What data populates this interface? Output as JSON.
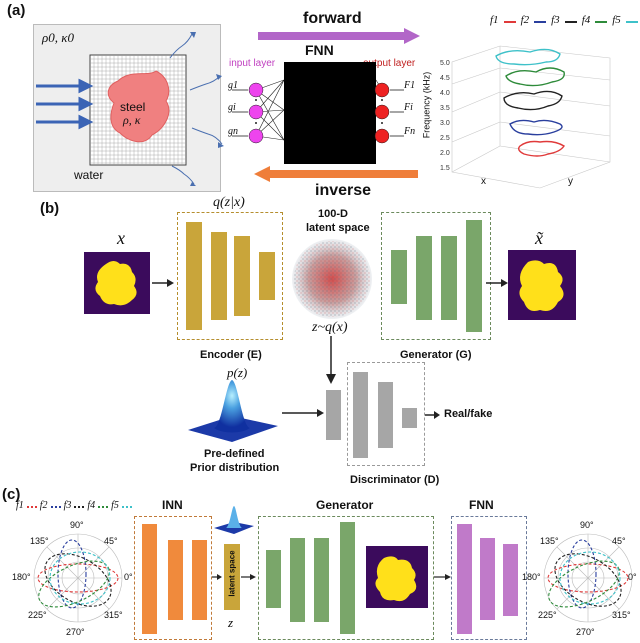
{
  "panel_a": {
    "label": "(a)",
    "medium": "ρ0, κ0",
    "scatterer": "steel",
    "scatterer_props": "ρ, κ",
    "water": "water",
    "forward": "forward",
    "inverse": "inverse",
    "fnn": "FNN",
    "input_layer": "input layer",
    "output_layer": "output layer",
    "inputs": [
      "g1",
      "gi",
      "gn"
    ],
    "outputs": [
      "F1",
      "Fi",
      "Fn"
    ],
    "legend": [
      "f1",
      "f2",
      "f3",
      "f4",
      "f5"
    ],
    "legend_colors": [
      "#e03a3a",
      "#2a3f9e",
      "#222222",
      "#2e8b3a",
      "#3ec1c9"
    ],
    "zaxis": "Frequency (kHz)",
    "xaxis": "x",
    "yaxis": "y",
    "zticks": [
      "1.5",
      "2.0",
      "2.5",
      "3.0",
      "3.5",
      "4.0",
      "4.5",
      "5.0"
    ]
  },
  "panel_b": {
    "label": "(b)",
    "x": "x",
    "x_tilde": "x̃",
    "q": "q(z|x)",
    "latent": "100-D",
    "latent2": "latent space",
    "z_sample": "z~q(x)",
    "encoder": "Encoder (E)",
    "generator": "Generator (G)",
    "pz": "p(z)",
    "prior1": "Pre-defined",
    "prior2": "Prior distribution",
    "discriminator": "Discriminator (D)",
    "realfake": "Real/fake"
  },
  "panel_c": {
    "label": "(c)",
    "legend": [
      "f1",
      "f2",
      "f3",
      "f4",
      "f5"
    ],
    "inn": "INN",
    "generator": "Generator",
    "fnn": "FNN",
    "latent": "latent space",
    "z": "z",
    "angles": [
      "90°",
      "45°",
      "0°",
      "315°",
      "270°",
      "225°",
      "180°",
      "135°"
    ]
  },
  "colors": {
    "encoder": "#c9a53a",
    "generator": "#7aa66a",
    "inn": "#f08a3c",
    "fnn": "#c07ac9",
    "disc": "#a6a6a6",
    "forward": "#b266c8",
    "inverse": "#ef7e3a"
  }
}
